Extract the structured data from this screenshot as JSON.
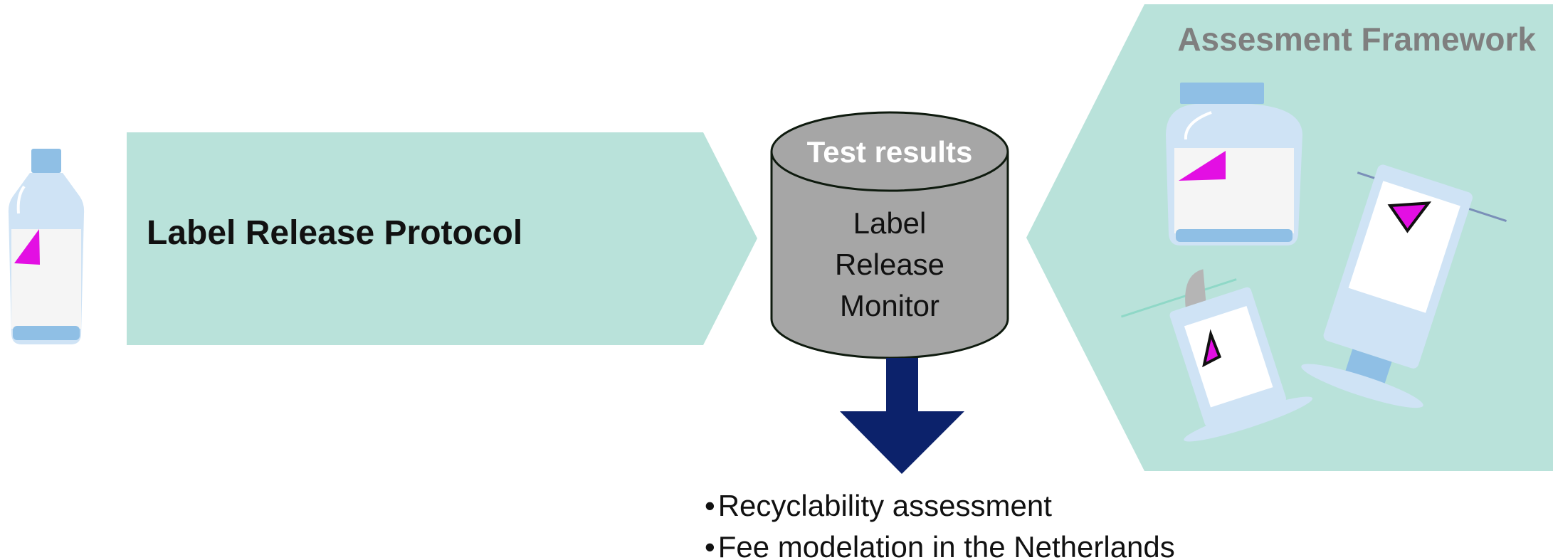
{
  "protocol": {
    "label": "Label Release Protocol"
  },
  "database": {
    "title": "Test results",
    "body_lines": [
      "Label",
      "Release",
      "Monitor"
    ]
  },
  "framework": {
    "title": "Assesment Framework"
  },
  "outcomes": [
    "Recyclability assessment",
    "Fee modelation in the Netherlands"
  ],
  "colors": {
    "panel_fill": "#b9e2da",
    "cylinder_fill": "#a6a6a6",
    "arrow_fill": "#0c226b",
    "label_magenta": "#e30fe3",
    "bottle_body": "#cfe3f5",
    "bottle_cap": "#8fbfe5",
    "framework_title": "#7f7f7f"
  },
  "icons": {
    "left_container": "bottle-icon",
    "framework_containers": [
      "jug-icon",
      "tube-icon",
      "cup-icon"
    ]
  }
}
